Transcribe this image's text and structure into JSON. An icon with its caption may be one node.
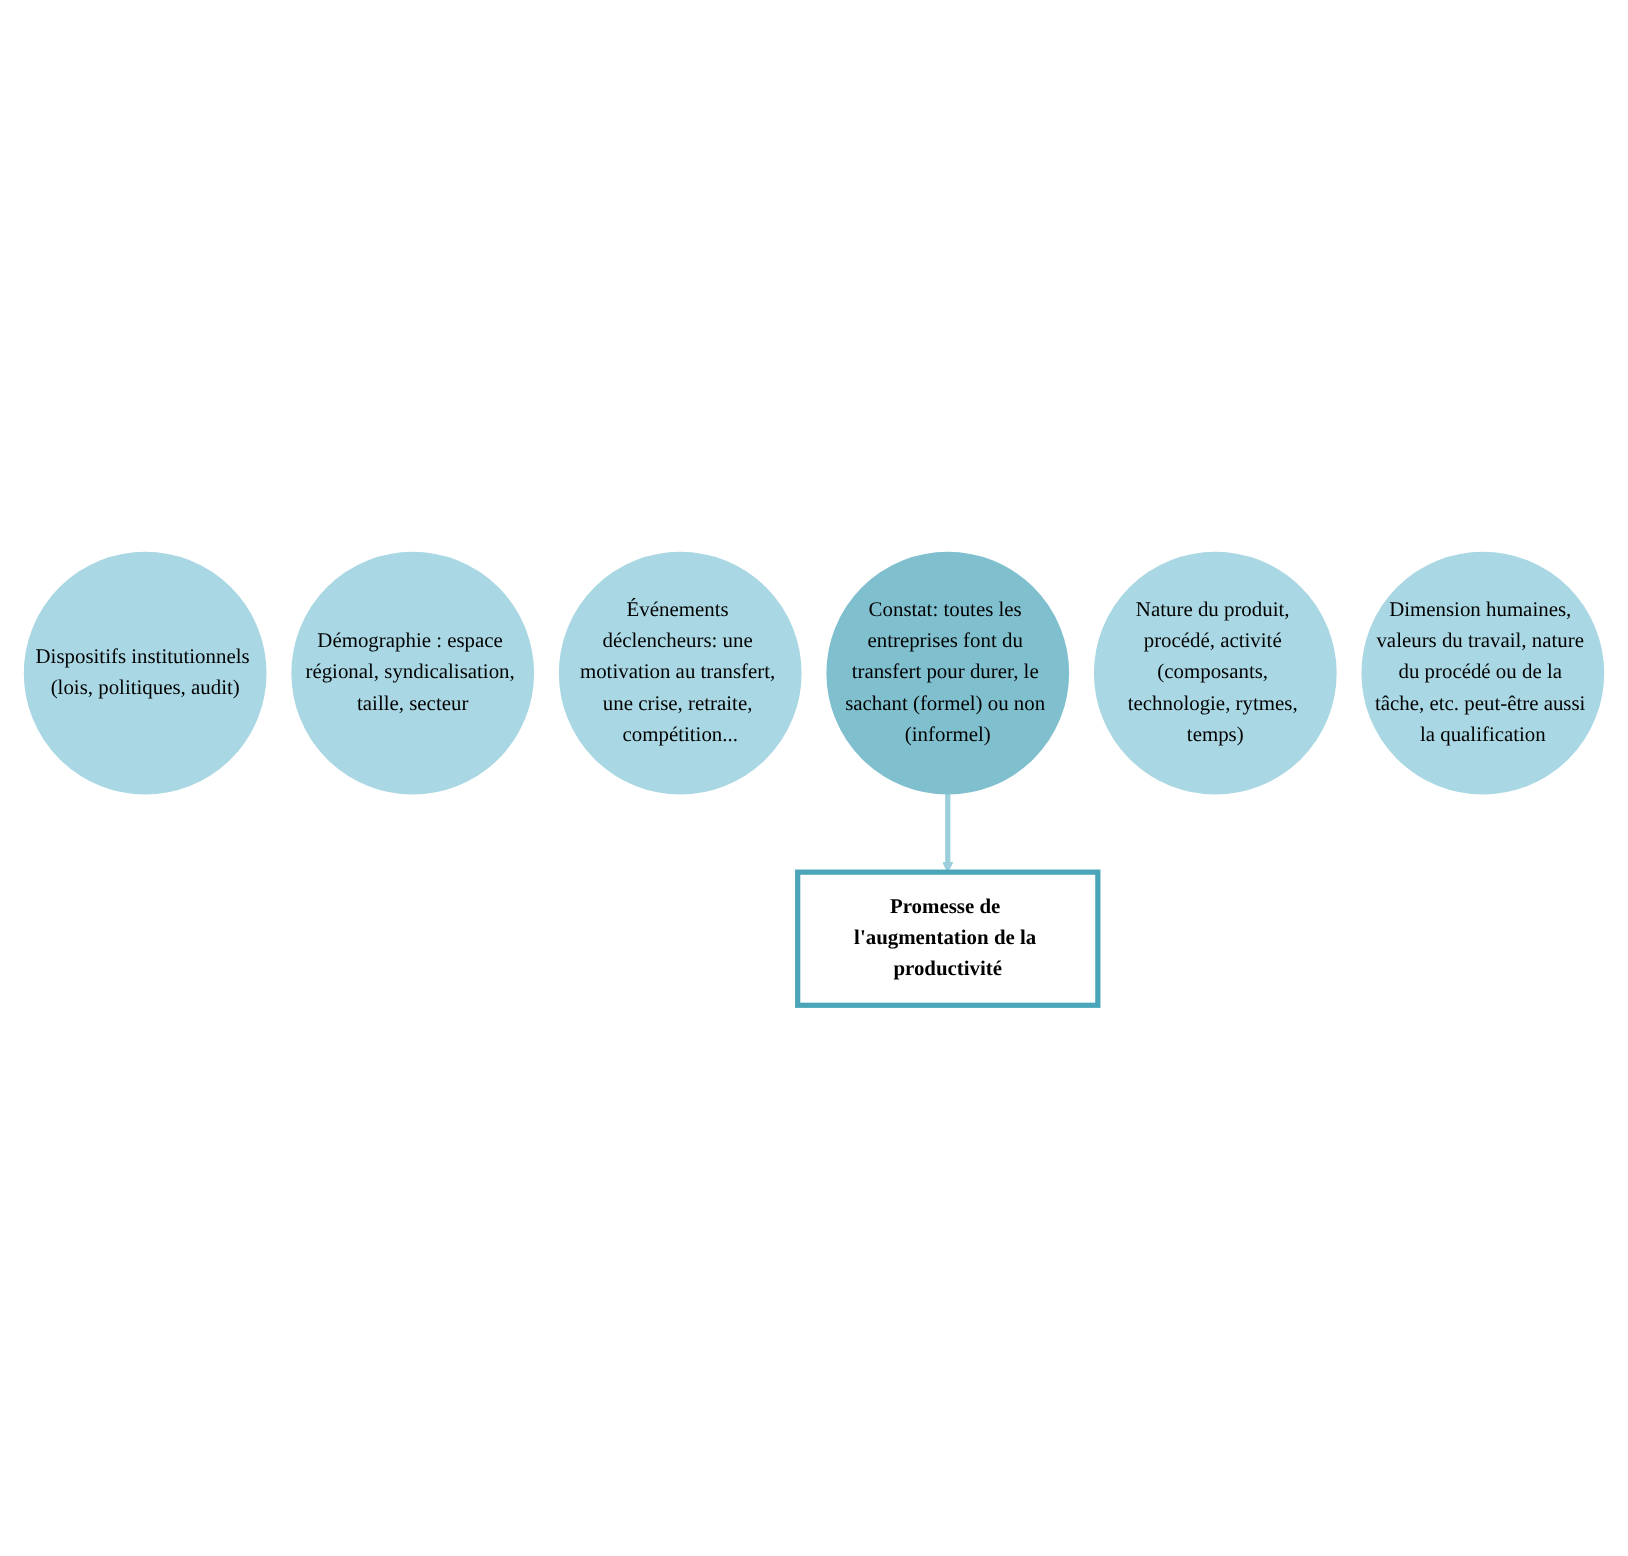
{
  "diagram": {
    "nodes": [
      {
        "text": [
          "Dispositifs institutionnels (lois, politiques, audit)"
        ]
      },
      {
        "text": [
          "Démographie : espace régional, syndicalisation, taille, secteur"
        ]
      },
      {
        "text": [
          "Événements déclencheurs: une motivation au transfert, une crise, retraite, compétition..."
        ]
      },
      {
        "text": [
          "Constat: toutes les entreprises font du transfert pour durer, le sachant (formel) ou non (informel)"
        ]
      },
      {
        "text": [
          "Nature du produit, procédé, activité (composants, technologie, rytmes, temps)"
        ]
      },
      {
        "text": [
          "Dimension humaines, valeurs du travail, nature du procédé ou de la tâche, etc. peut-être aussi la qualification"
        ]
      },
      {
        "text": [
          "Promesse de l'augmentation de la productivité"
        ]
      }
    ],
    "edges": [
      {
        "from": 3,
        "to": 6,
        "arrow": "to"
      }
    ]
  }
}
